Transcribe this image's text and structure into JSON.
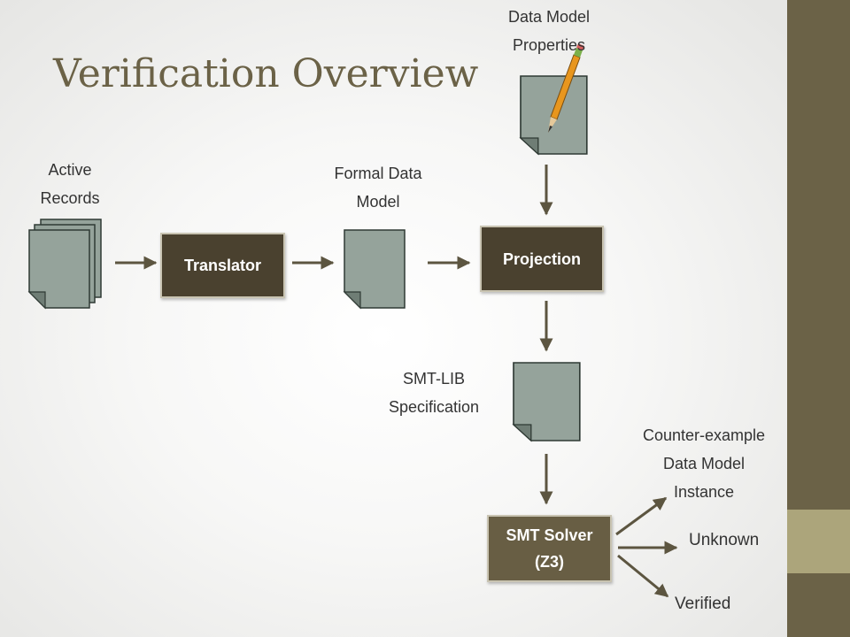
{
  "title": "Verification Overview",
  "labels": {
    "active_records": "Active\nRecords",
    "formal_data_model": "Formal Data\nModel",
    "data_model_properties": "Data Model\nProperties",
    "smtlib_specification": "SMT-LIB\nSpecification",
    "counter_example": "Counter-example\nData Model\nInstance"
  },
  "boxes": {
    "translator": "Translator",
    "projection": "Projection",
    "smt_solver": "SMT Solver\n(Z3)"
  },
  "outcomes": {
    "unknown": "Unknown",
    "verified": "Verified"
  },
  "colors": {
    "theme": "#6b6247",
    "accent": "#aca57b",
    "box_dark": "#4a412f",
    "document_fill": "#95a39b",
    "arrow": "#5c5540"
  }
}
